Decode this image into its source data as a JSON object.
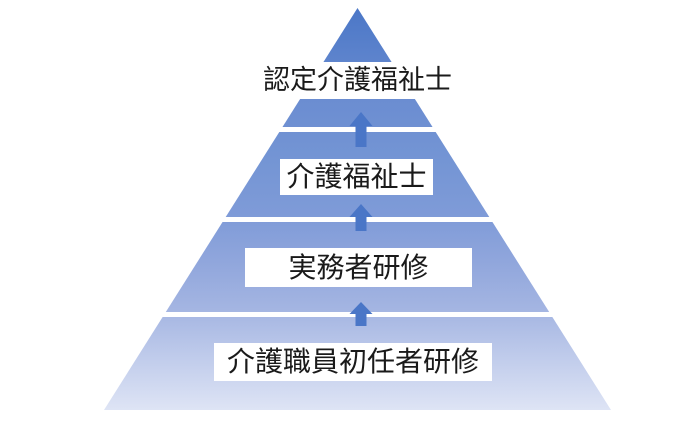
{
  "diagram": {
    "type": "pyramid",
    "subject": "care-worker-qualification-ladder",
    "levels": [
      {
        "rank": 1,
        "label": "認定介護福祉士"
      },
      {
        "rank": 2,
        "label": "介護福祉士"
      },
      {
        "rank": 3,
        "label": "実務者研修"
      },
      {
        "rank": 4,
        "label": "介護職員初任者研修"
      }
    ],
    "arrows": {
      "count": 3,
      "direction": "up"
    },
    "gradient": [
      "#4b77c7",
      "#6b8dd1",
      "#7495d4",
      "#7f9bd8",
      "#90a6dc",
      "#a4b5e2",
      "#dee4f5"
    ],
    "colors": {
      "arrow": "#4a76c7",
      "divider": "#ffffff",
      "label_text": "#1a1a1a",
      "label_background": "#ffffff"
    }
  }
}
